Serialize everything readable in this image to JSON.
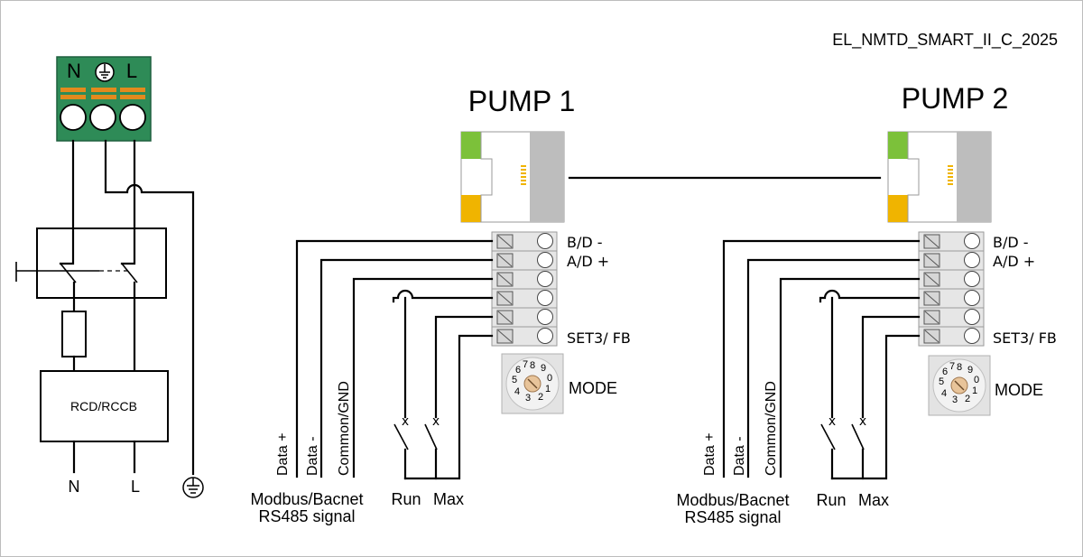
{
  "doc_id": "EL_NMTD_SMART_II_C_2025",
  "supply": {
    "terminal_labels": [
      "N",
      "L"
    ],
    "rcd_label": "RCD/RCCB",
    "output_labels": [
      "N",
      "L"
    ]
  },
  "pumps": [
    {
      "title": "PUMP 1",
      "terminal_labels": [
        "B/D -",
        "A/D +",
        "SET3/ FB"
      ],
      "mode_label": "MODE",
      "wire_labels": [
        "Data +",
        "Data -",
        "Common/GND"
      ],
      "signal_label_1": "Modbus/Bacnet",
      "signal_label_2": "RS485 signal",
      "switch_labels": [
        "Run",
        "Max"
      ]
    },
    {
      "title": "PUMP 2",
      "terminal_labels": [
        "B/D -",
        "A/D +",
        "SET3/ FB"
      ],
      "mode_label": "MODE",
      "wire_labels": [
        "Data +",
        "Data -",
        "Common/GND"
      ],
      "signal_label_1": "Modbus/Bacnet",
      "signal_label_2": "RS485 signal",
      "switch_labels": [
        "Run",
        "Max"
      ]
    }
  ],
  "colors": {
    "terminal_green": "#2e8b57",
    "terminal_orange": "#e38a1d",
    "led_green": "#7cc13a",
    "led_yellow": "#f0b400",
    "panel_grey": "#bdbdbd"
  }
}
